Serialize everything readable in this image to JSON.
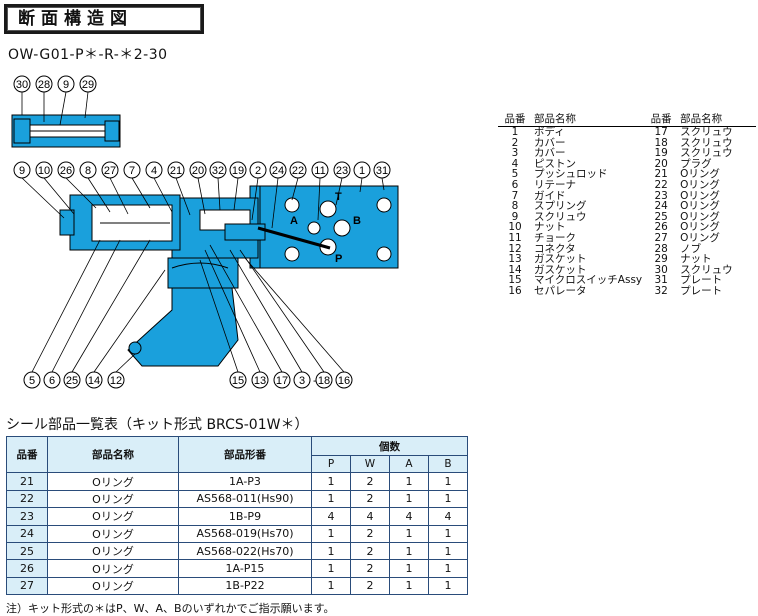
{
  "header": {
    "title": "断面構造図"
  },
  "model": "OW-G01-P＊-R-＊2-30",
  "parts_table": {
    "headers": [
      "品番",
      "部品名称",
      "品番",
      "部品名称"
    ],
    "rows": [
      [
        "1",
        "ボディ",
        "17",
        "スクリュウ"
      ],
      [
        "2",
        "カバー",
        "18",
        "スクリュウ"
      ],
      [
        "3",
        "カバー",
        "19",
        "スクリュウ"
      ],
      [
        "4",
        "ピストン",
        "20",
        "プラグ"
      ],
      [
        "5",
        "プッシュロッド",
        "21",
        "Oリング"
      ],
      [
        "6",
        "リテーナ",
        "22",
        "Oリング"
      ],
      [
        "7",
        "ガイド",
        "23",
        "Oリング"
      ],
      [
        "8",
        "スプリング",
        "24",
        "Oリング"
      ],
      [
        "9",
        "スクリュウ",
        "25",
        "Oリング"
      ],
      [
        "10",
        "ナット",
        "26",
        "Oリング"
      ],
      [
        "11",
        "チョーク",
        "27",
        "Oリング"
      ],
      [
        "12",
        "コネクタ",
        "28",
        "ノブ"
      ],
      [
        "13",
        "ガスケット",
        "29",
        "ナット"
      ],
      [
        "14",
        "ガスケット",
        "30",
        "スクリュウ"
      ],
      [
        "15",
        "マイクロスイッチAssy",
        "31",
        "プレート"
      ],
      [
        "16",
        "セパレータ",
        "32",
        "プレート"
      ]
    ]
  },
  "callouts": {
    "top_left": [
      "30",
      "28",
      "9",
      "29"
    ],
    "top_row": [
      "9",
      "10",
      "26",
      "8",
      "27",
      "7",
      "4",
      "21",
      "20",
      "32",
      "19",
      "2",
      "24",
      "22",
      "11",
      "23",
      "1",
      "31"
    ],
    "bottom_left": [
      "5",
      "6",
      "25",
      "14",
      "12"
    ],
    "bottom_right": [
      "15",
      "13",
      "17",
      "3",
      "18",
      "16"
    ],
    "sep1": "-",
    "sep2": "-",
    "ports": [
      "T",
      "A",
      "B",
      "P"
    ]
  },
  "seal": {
    "title": "シール部品一覧表（キット形式 BRCS-01W＊）",
    "headers": {
      "no": "品番",
      "name": "部品名称",
      "code": "部品形番",
      "qty": "個数",
      "cols": [
        "P",
        "W",
        "A",
        "B"
      ]
    },
    "rows": [
      [
        "21",
        "Oリング",
        "1A-P3",
        "1",
        "2",
        "1",
        "1"
      ],
      [
        "22",
        "Oリング",
        "AS568-011(Hs90)",
        "1",
        "2",
        "1",
        "1"
      ],
      [
        "23",
        "Oリング",
        "1B-P9",
        "4",
        "4",
        "4",
        "4"
      ],
      [
        "24",
        "Oリング",
        "AS568-019(Hs70)",
        "1",
        "2",
        "1",
        "1"
      ],
      [
        "25",
        "Oリング",
        "AS568-022(Hs70)",
        "1",
        "2",
        "1",
        "1"
      ],
      [
        "26",
        "Oリング",
        "1A-P15",
        "1",
        "2",
        "1",
        "1"
      ],
      [
        "27",
        "Oリング",
        "1B-P22",
        "1",
        "2",
        "1",
        "1"
      ]
    ]
  },
  "note": "注）キット形式の＊はP、W、A、Bのいずれかでご指示願います。",
  "colors": {
    "body": "#1aa0dc",
    "accent": "#0b6fa8",
    "header_bg": "#d9eef8"
  }
}
